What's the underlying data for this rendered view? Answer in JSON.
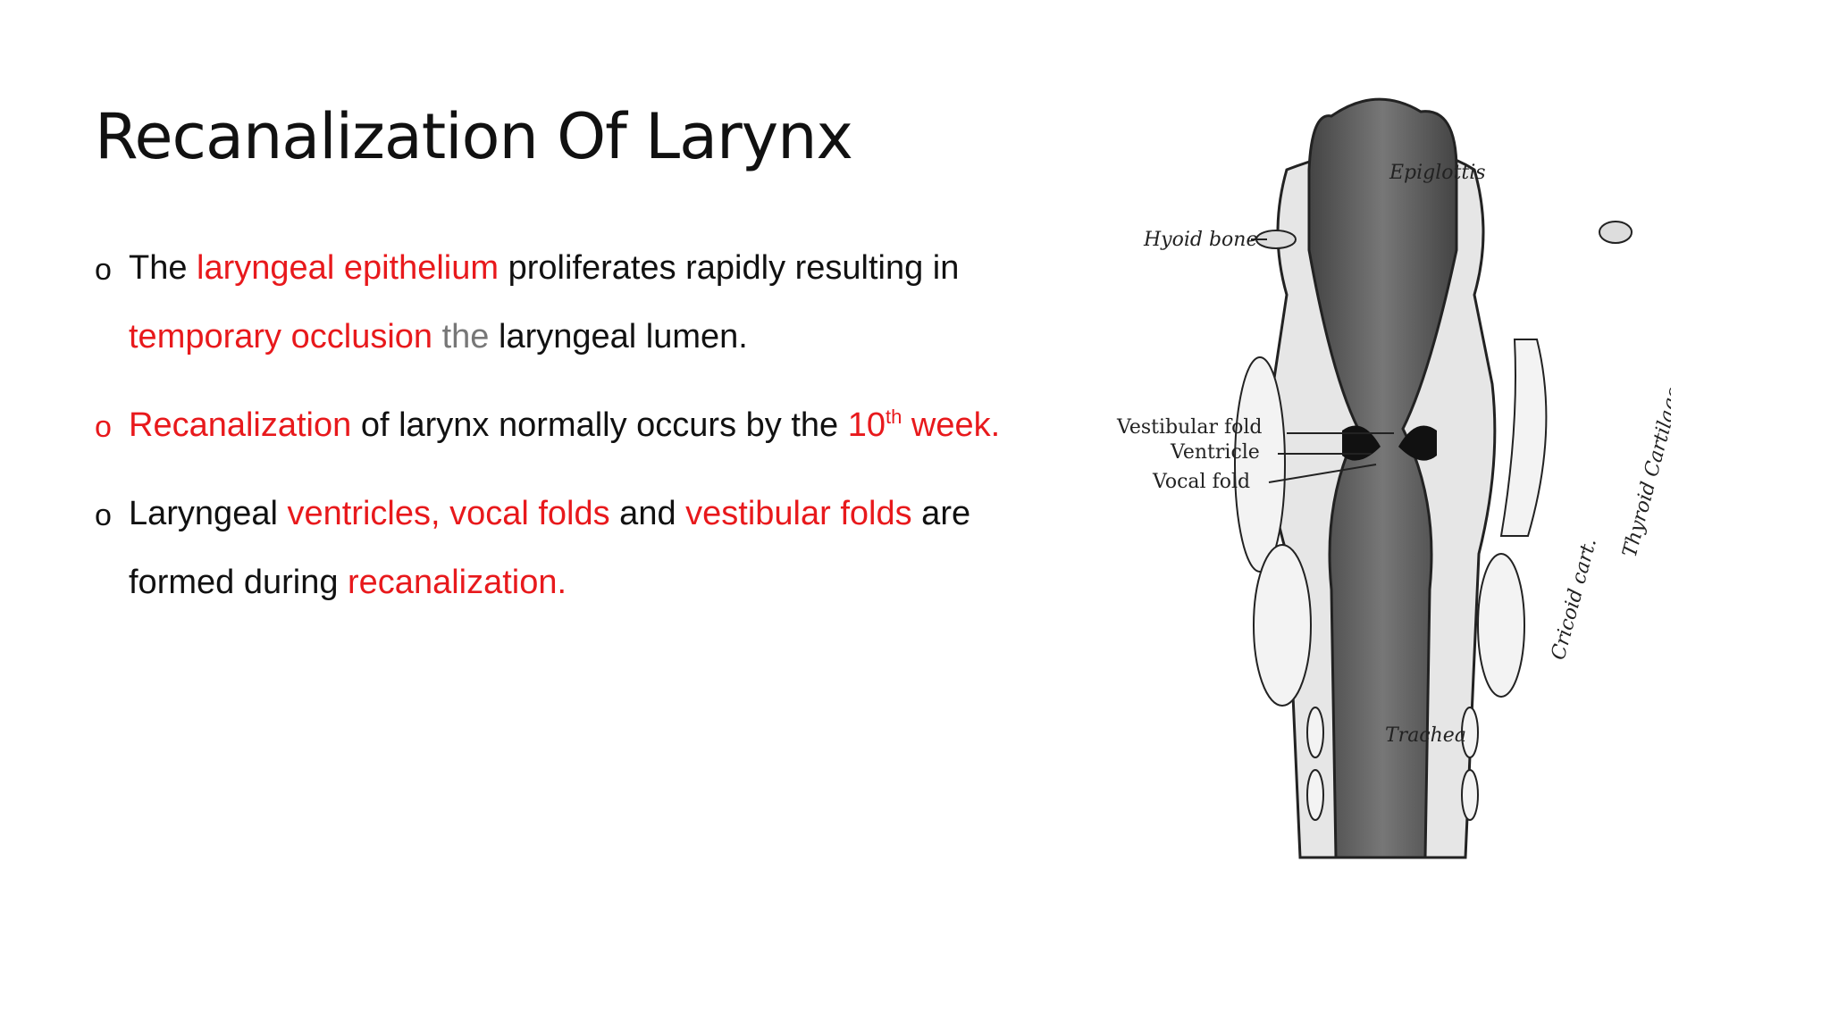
{
  "slide": {
    "title": "Recanalization Of Larynx",
    "bullet_marker": "o",
    "bullets": [
      {
        "s1": "The ",
        "s2": "laryngeal epithelium",
        "s3": " proliferates rapidly resulting in",
        "s4": "temporary occlusion",
        "s5": " the",
        "s6": " laryngeal lumen."
      },
      {
        "s1": "Recanalization",
        "s2": " of larynx normally occurs by the ",
        "s3": "10",
        "s4": "th",
        "s5": " week."
      },
      {
        "s1": "Laryngeal ",
        "s2": "ventricles, vocal folds",
        "s3": " and ",
        "s4": "vestibular folds",
        "s5": " are",
        "s6": "formed during ",
        "s7": "recanalization."
      }
    ]
  },
  "figure": {
    "labels": {
      "epiglottis": "Epiglottis",
      "hyoid_bone": "Hyoid bone",
      "vestibular_fold": "Vestibular fold",
      "ventricle": "Ventricle",
      "vocal_fold": "Vocal fold",
      "thyroid_cartilage": "Thyroid Cartilage",
      "cricoid_cart": "Cricoid cart.",
      "trachea": "Trachea"
    }
  },
  "colors": {
    "text": "#111111",
    "highlight": "#e8191c",
    "muted": "#777777"
  }
}
